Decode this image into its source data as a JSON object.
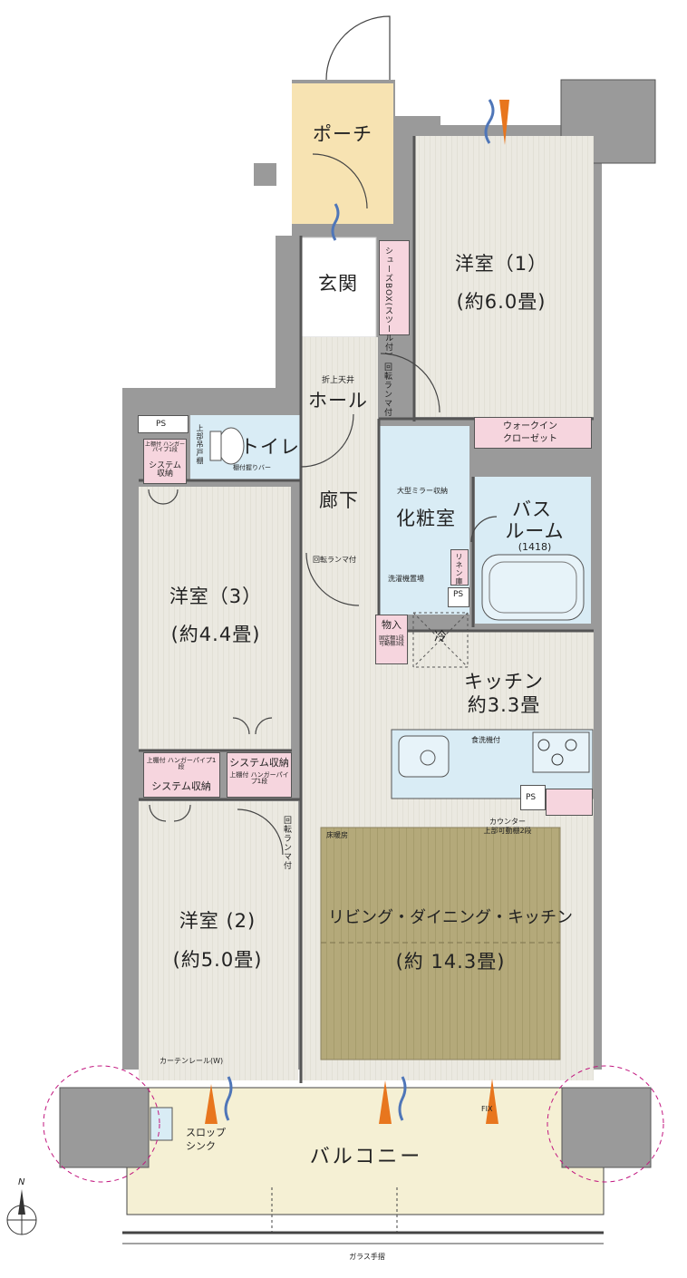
{
  "rooms": {
    "porch": "ポーチ",
    "entrance": "玄関",
    "hall": "ホール",
    "hall_note": "折上天井",
    "toilet": "トイレ",
    "corridor": "廊下",
    "washroom": "化粧室",
    "bath_line1": "バス",
    "bath_line2": "ルーム",
    "bath_size": "(1418)",
    "western1_name": "洋室（1）",
    "western1_size": "(約6.0畳)",
    "western3_name": "洋室（3）",
    "western3_size": "(約4.4畳)",
    "western2_name": "洋室 (2)",
    "western2_size": "(約5.0畳)",
    "kitchen_name": "キッチン",
    "kitchen_size": "約3.3畳",
    "ldk_name": "リビング・ダイニング・キッチン",
    "ldk_size": "(約 14.3畳)",
    "balcony": "バルコニー",
    "walk_in_closet_line1": "ウォークイン",
    "walk_in_closet_line2": "クローゼット"
  },
  "annotations": {
    "ps": "PS",
    "shoes_box": "シューズBOX(スツール付)",
    "rotating_lamp": "回転ランマ付",
    "upper_shelf_hanger": "上棚付 ハンガーパイプ1段",
    "system_storage": "システム収納",
    "upper_shelf_hanger_short": "上棚付 ハンガーパイプ1段",
    "upper_cabinet": "上部吊戸棚",
    "towel_bar": "棚付握りバー",
    "mirror_storage": "大型ミラー収納",
    "washer": "洗濯機置場",
    "linen": "リネン庫",
    "storage": "物入",
    "storage_note": "固定棚1段 可動棚3段",
    "fridge": "冷",
    "dishwasher": "食洗機付",
    "counter_line1": "カウンター",
    "counter_line2": "上部可動棚2段",
    "floor_heating": "床暖房",
    "curtain_rail": "カーテンレール(W)",
    "slop_line1": "スロップ",
    "slop_line2": "シンク",
    "fix": "FIX",
    "glass_rail": "ガラス手摺",
    "north": "N",
    "system_storage_hanger_box": "上棚付 ハンガーパイプ1段"
  },
  "colors": {
    "wall": "#9a9a9a",
    "room_floor": "#ebe9e1",
    "wet_area": "#d9ecf5",
    "porch": "#f7e3b2",
    "balcony": "#f5f0d4",
    "storage": "#f6d5de",
    "floor_heating": "#b4a97a",
    "arrow_orange": "#e8761e",
    "arrow_blue": "#4f76b8"
  }
}
